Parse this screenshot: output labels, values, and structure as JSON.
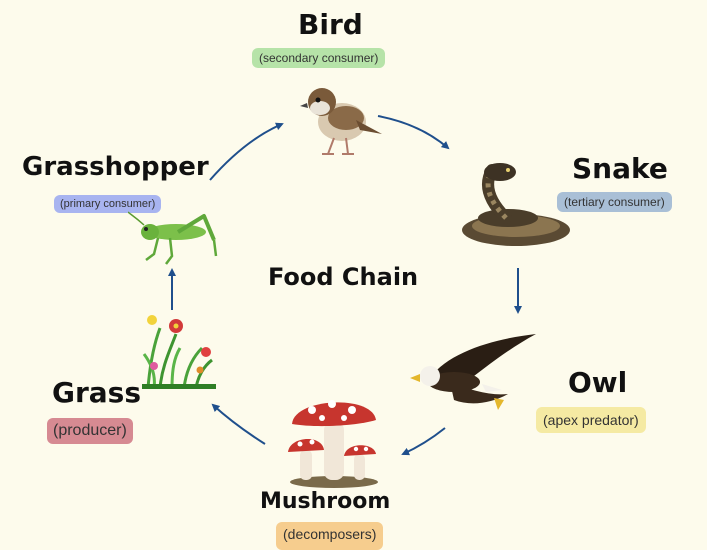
{
  "center_title": "Food Chain",
  "colors": {
    "background": "#fdfbec",
    "arrow": "#1f4f8c",
    "badge_green": "#b6e3a8",
    "badge_slate": "#a9bfd6",
    "badge_yellow": "#f5eaa3",
    "badge_orange": "#f6cd8e",
    "badge_red": "#d68a92",
    "badge_blue": "#a8b4f0"
  },
  "nodes": [
    {
      "id": "bird",
      "name": "Bird",
      "role": "(secondary consumer)",
      "icon": "bird-icon"
    },
    {
      "id": "snake",
      "name": "Snake",
      "role": "(tertiary consumer)",
      "icon": "snake-icon"
    },
    {
      "id": "owl",
      "name": "Owl",
      "role": "(apex predator)",
      "icon": "eagle-icon"
    },
    {
      "id": "mushroom",
      "name": "Mushroom",
      "role": "(decomposers)",
      "icon": "mushroom-icon"
    },
    {
      "id": "grass",
      "name": "Grass",
      "role": "(producer)",
      "icon": "grass-flowers-icon"
    },
    {
      "id": "grasshopper",
      "name": "Grasshopper",
      "role": "(primary consumer)",
      "icon": "grasshopper-icon"
    }
  ]
}
